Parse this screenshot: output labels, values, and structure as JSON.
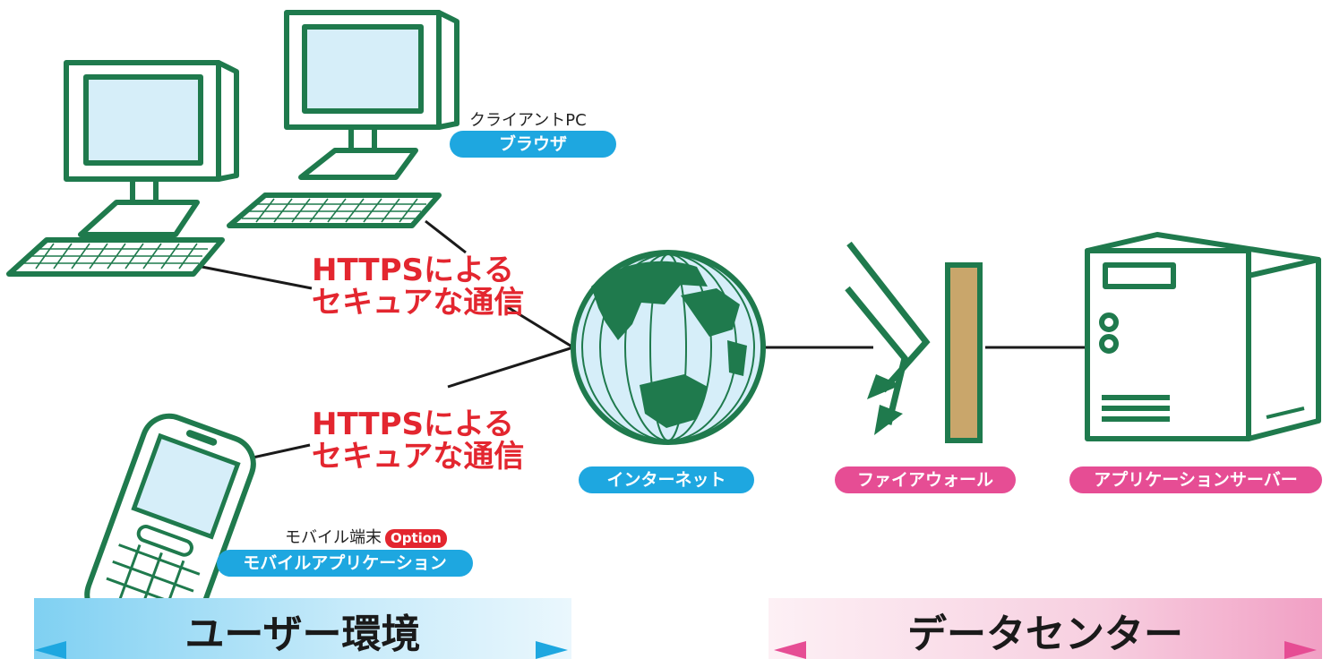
{
  "labels": {
    "client_pc_caption": "クライアントPC",
    "browser_pill": "ブラウザ",
    "https_upper_line1": "HTTPSによる",
    "https_upper_line2": "セキュアな通信",
    "https_lower_line1": "HTTPSによる",
    "https_lower_line2": "セキュアな通信",
    "mobile_caption": "モバイル端末",
    "option_badge": "Option",
    "mobile_app_pill": "モバイルアプリケーション",
    "internet_pill": "インターネット",
    "firewall_pill": "ファイアウォール",
    "app_server_pill": "アプリケーションサーバー"
  },
  "zones": {
    "user_environment": "ユーザー環境",
    "data_center": "データセンター"
  },
  "colors": {
    "device_green": "#1f7a4d",
    "screen_fill": "#d6eef9",
    "accent_blue": "#1ea7e0",
    "accent_pink": "#e64d94",
    "https_red": "#e3262f",
    "firewall_tan": "#c9a66b"
  }
}
